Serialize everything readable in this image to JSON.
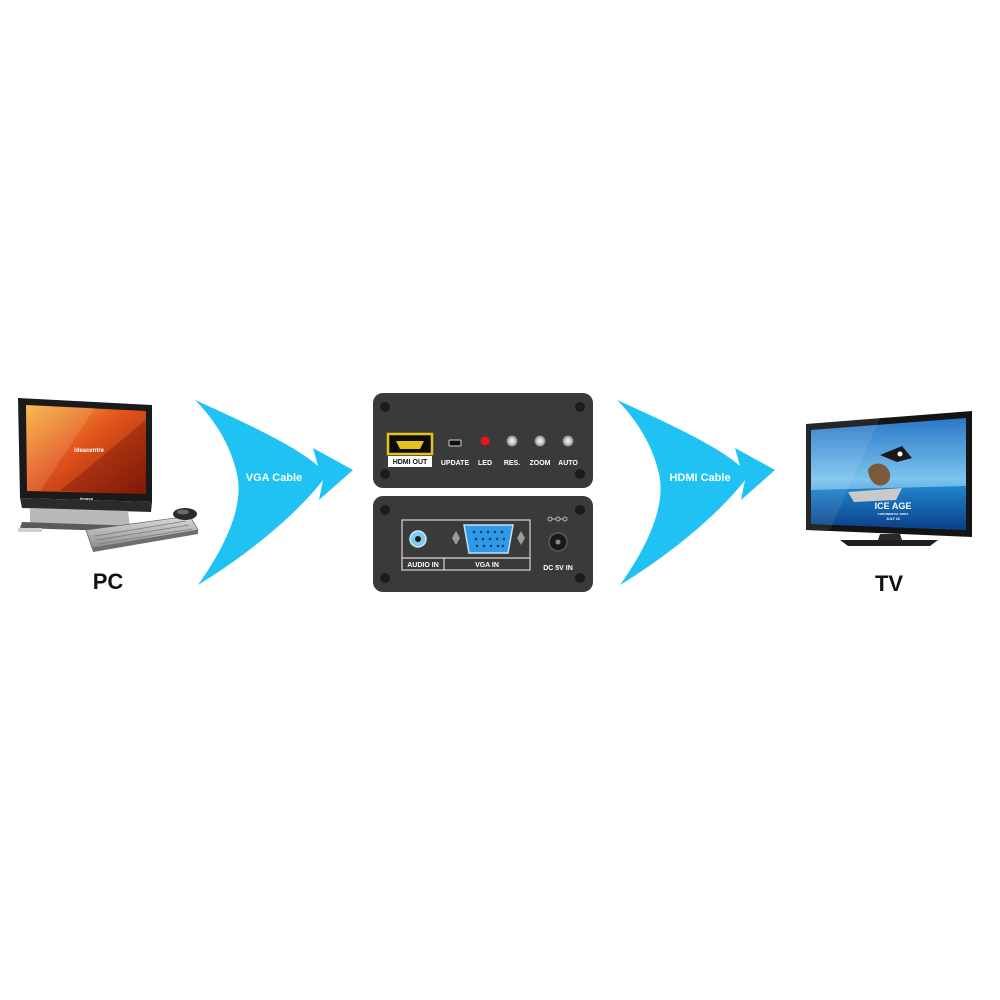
{
  "devices": {
    "pc": {
      "label": "PC",
      "brand": "ideacentre",
      "maker": "lenovo"
    },
    "tv": {
      "label": "TV",
      "screen_title": "ICE AGE",
      "screen_sub": "CONTINENTAL DRIFT",
      "screen_date": "JULY 13"
    }
  },
  "cables": {
    "input": {
      "label": "VGA Cable"
    },
    "output": {
      "label": "HDMI Cable"
    }
  },
  "converter": {
    "front_panel": {
      "hdmi_out": "HDMI OUT",
      "update": "UPDATE",
      "led": "LED",
      "res": "RES.",
      "zoom": "ZOOM",
      "auto": "AUTO"
    },
    "back_panel": {
      "audio_in": "AUDIO IN",
      "vga_in": "VGA IN",
      "dc_in": "DC 5V IN"
    }
  },
  "colors": {
    "arrow": "#1fc2f3",
    "device_body": "#3a3a3a",
    "led": "#e8161b",
    "hdmi_port": "#e8c21a",
    "vga_port": "#2f9be8"
  }
}
